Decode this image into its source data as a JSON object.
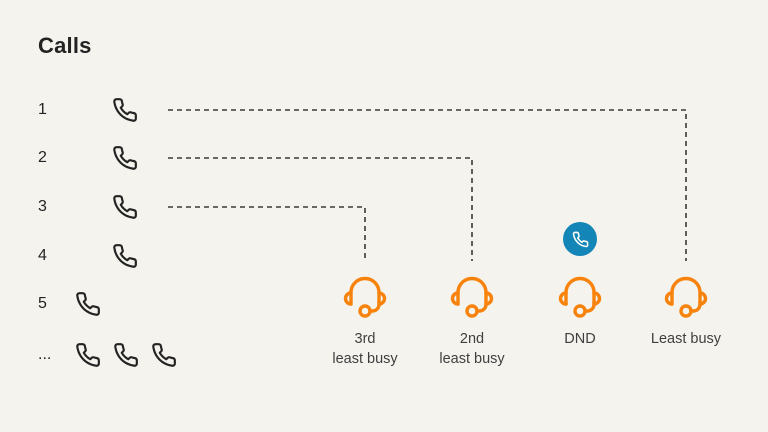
{
  "title": "Calls",
  "colors": {
    "background": "#f4f3ee",
    "ink": "#232323",
    "label": "#3f3f3f",
    "connector": "#3a3a3a",
    "agent_orange": "#f8820a",
    "badge_blue": "#1386b7",
    "badge_glyph": "#ffffff"
  },
  "call_rows": [
    {
      "label": "1",
      "phones": 1,
      "routes_to": "Least busy"
    },
    {
      "label": "2",
      "phones": 1,
      "routes_to": "2nd least busy"
    },
    {
      "label": "3",
      "phones": 1,
      "routes_to": "3rd least busy"
    },
    {
      "label": "4",
      "phones": 1,
      "routes_to": null
    },
    {
      "label": "5",
      "phones": 1,
      "routes_to": null
    },
    {
      "label": "...",
      "phones": 3,
      "routes_to": null
    }
  ],
  "agents": [
    {
      "name": "3rd least busy",
      "label_lines": [
        "3rd",
        "least busy"
      ]
    },
    {
      "name": "2nd least busy",
      "label_lines": [
        "2nd",
        "least busy"
      ]
    },
    {
      "name": "DND",
      "label_lines": [
        "DND",
        ""
      ],
      "badge": "incoming-call"
    },
    {
      "name": "Least busy",
      "label_lines": [
        "Least busy",
        ""
      ]
    }
  ],
  "icons": {
    "call": "phone-icon",
    "agent": "headset-icon",
    "incoming_call_badge": "phone-icon"
  }
}
